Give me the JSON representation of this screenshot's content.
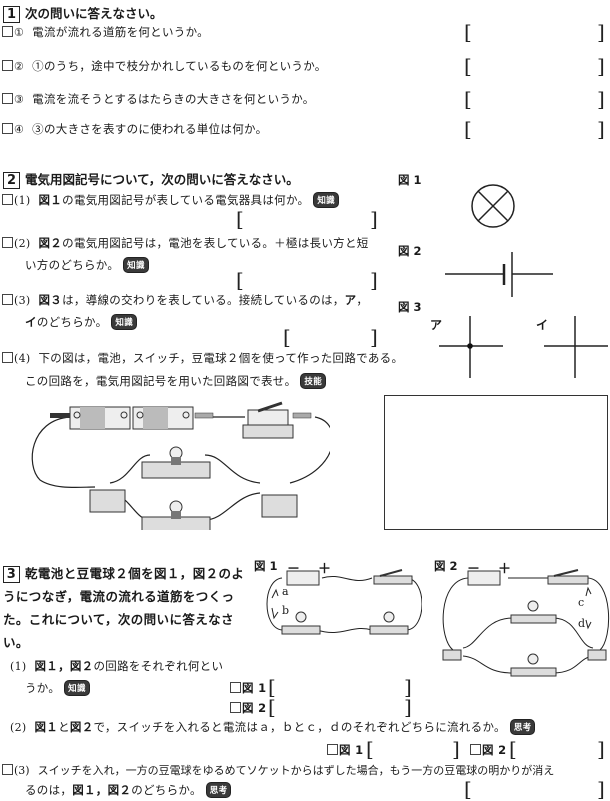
{
  "section1": {
    "number": "1",
    "heading": "次の問いに答えなさい。",
    "questions": [
      {
        "id": "①",
        "text": "電流が流れる道筋を何というか。"
      },
      {
        "id": "②",
        "text": "①のうち，途中で枝分かれしているものを何というか。"
      },
      {
        "id": "③",
        "text": "電流を流そうとするはたらきの大きさを何というか。"
      },
      {
        "id": "④",
        "text": "③の大きさを表すのに使われる単位は何か。"
      }
    ]
  },
  "section2": {
    "number": "2",
    "heading": "電気用図記号について，次の問いに答えなさい。",
    "questions": [
      {
        "id": "(1)",
        "fig": "図１",
        "text": "の電気用図記号が表している電気器具は何か。",
        "badge": "知識"
      },
      {
        "id": "(2)",
        "fig": "図２",
        "text": "の電気用図記号は，電池を表している。＋極は長い方と短",
        "text2": "い方のどちらか。",
        "badge": "知識"
      },
      {
        "id": "(3)",
        "fig": "図３",
        "text": "は，導線の交わりを表している。接続しているのは，",
        "opt_a": "ア",
        "opt_sep": "，",
        "opt_i": "イ",
        "text2": "のどちらか。",
        "badge": "知識"
      },
      {
        "id": "(4)",
        "text": "下の図は，電池，スイッチ，豆電球２個を使って作った回路である。",
        "text2": "この回路を，電気用図記号を用いた回路図で表せ。",
        "badge": "技能"
      }
    ],
    "figures": {
      "fig1_label": "図 1",
      "fig2_label": "図 2",
      "fig3_label": "図 3",
      "fig3_option_a": "ア",
      "fig3_option_i": "イ"
    }
  },
  "section3": {
    "number": "3",
    "intro_lines": [
      "乾電池と豆電球２個を図１，図２のよ",
      "うにつなぎ，電流の流れる道筋をつくっ",
      "た。これについて，次の問いに答えなさ",
      "い。"
    ],
    "fig1_label": "図 1",
    "fig2_label": "図 2",
    "minus": "－",
    "plus": "＋",
    "labels": {
      "a": "a",
      "b": "b",
      "c": "c",
      "d": "d"
    },
    "q1": {
      "id": "(1)",
      "fig": "図１，図２",
      "text": "の回路をそれぞれ何とい",
      "text2": "うか。",
      "badge": "知識",
      "answers": [
        {
          "label": "図 1"
        },
        {
          "label": "図 2"
        }
      ]
    },
    "q2": {
      "id": "(2)",
      "fig_a": "図１",
      "mid": "と",
      "fig_b": "図２",
      "text": "で，スイッチを入れると電流はａ，ｂとｃ，ｄのそれぞれどちらに流れるか。",
      "badge": "思考",
      "answers": [
        {
          "label": "図 1"
        },
        {
          "label": "図 2"
        }
      ]
    },
    "q3": {
      "id": "(3)",
      "text": "スイッチを入れ，一方の豆電球をゆるめてソケットからはずした場合，もう一方の豆電球の明かりが消え",
      "text2a": "るのは，",
      "fig": "図１，図２",
      "text2b": "のどちらか。",
      "badge": "思考"
    }
  },
  "bracket": {
    "open": "[",
    "close": "]"
  }
}
